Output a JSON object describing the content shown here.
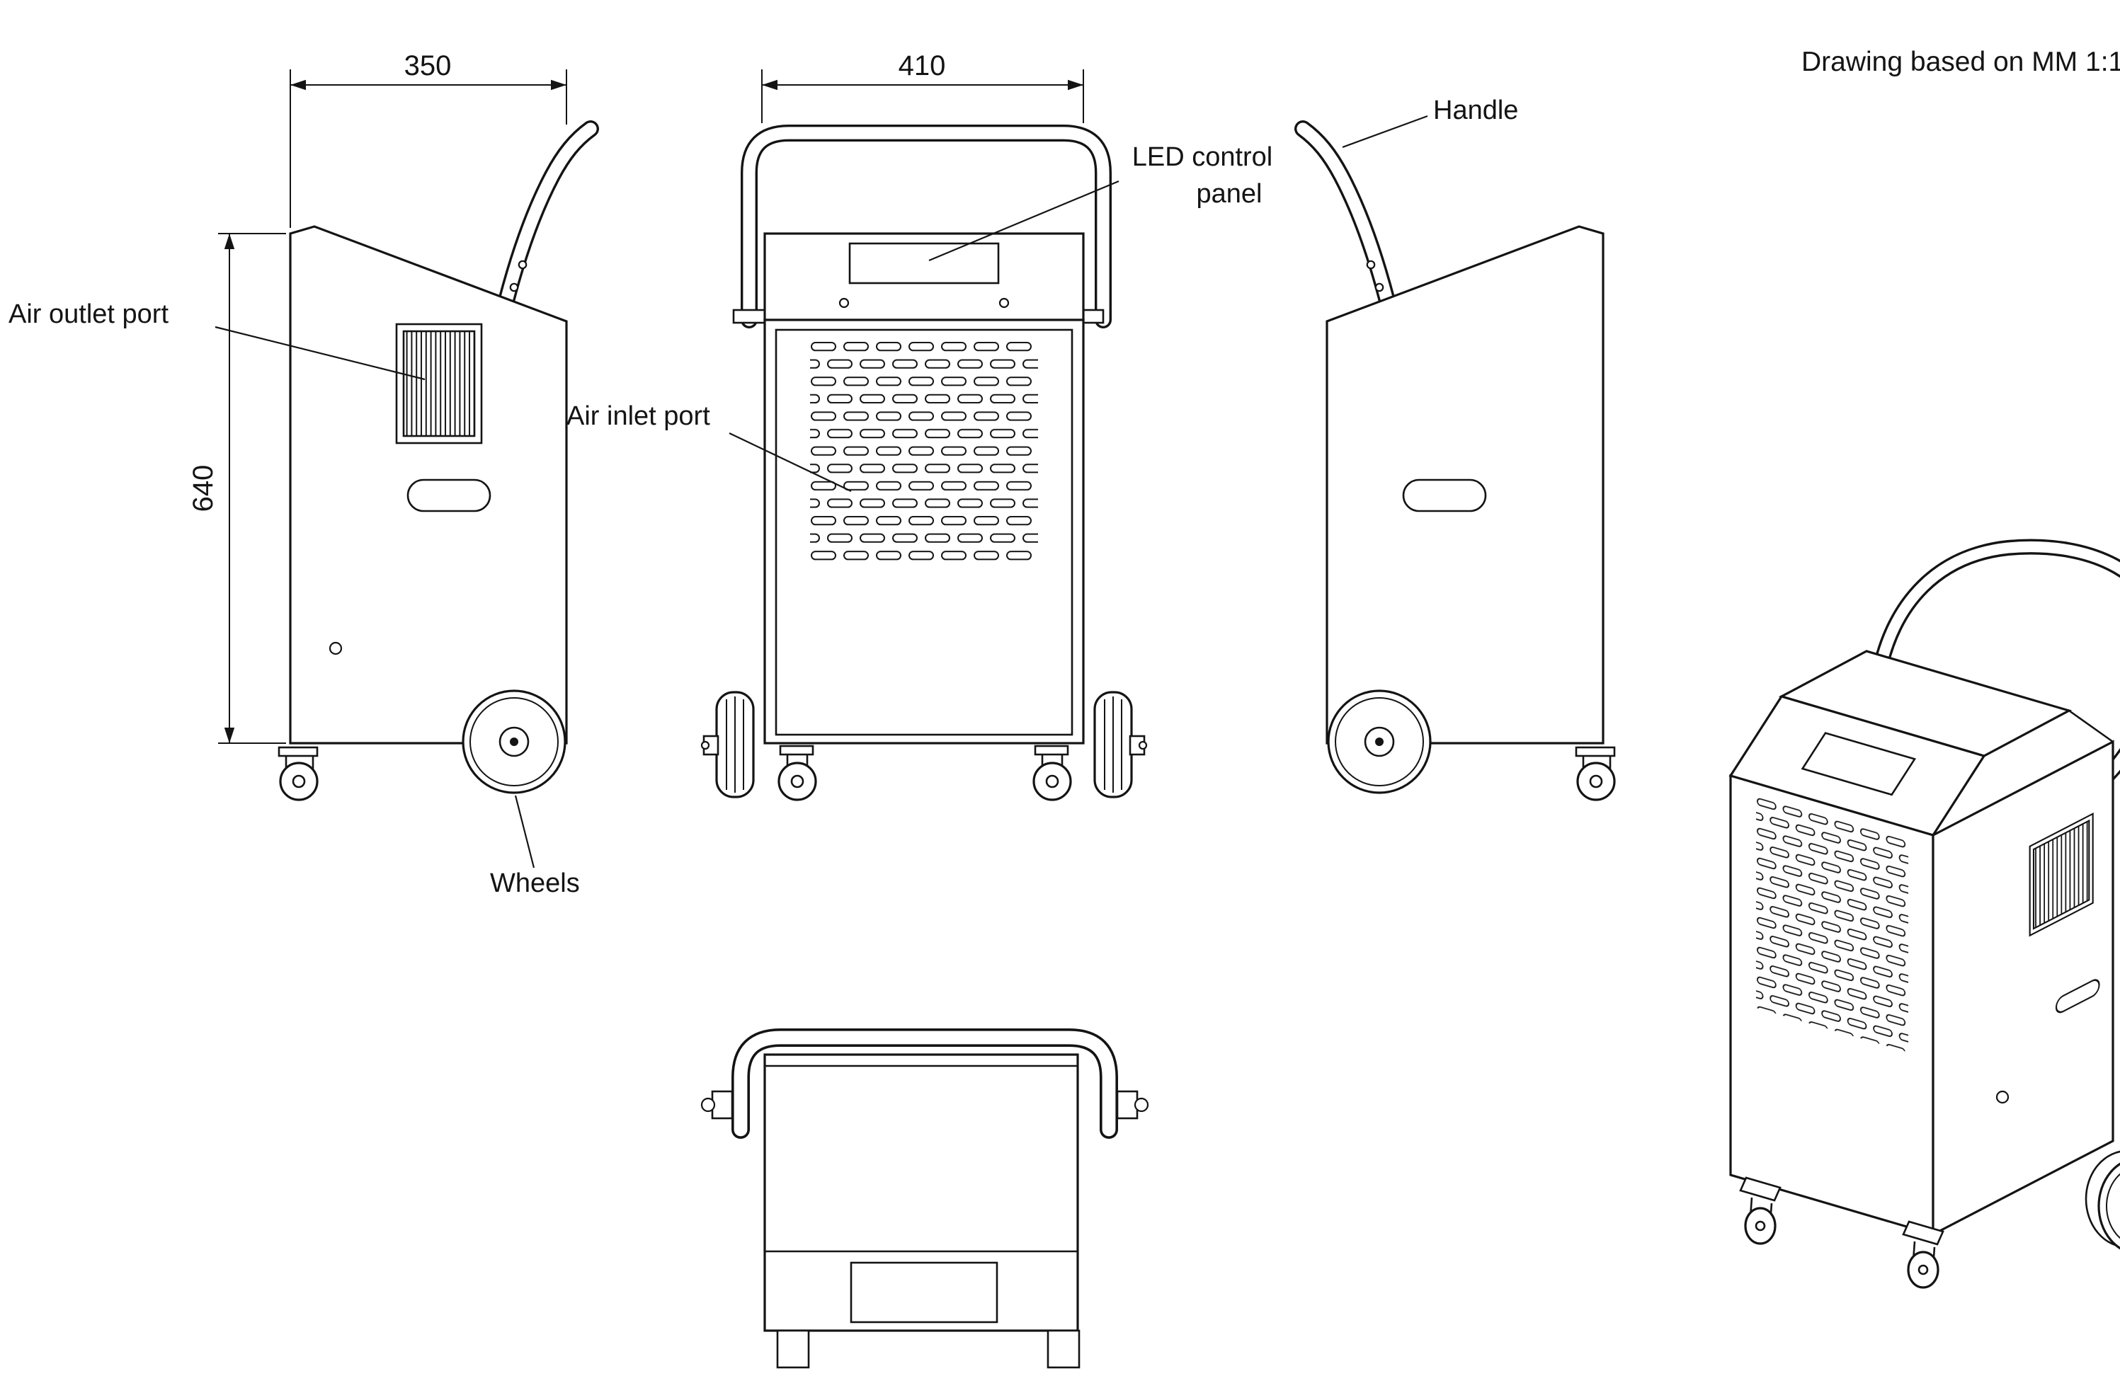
{
  "title_note": "Drawing based on MM 1:1",
  "labels": {
    "air_outlet_port": "Air outlet port",
    "air_inlet_port": "Air inlet port",
    "led_control_panel_line1": "LED control",
    "led_control_panel_line2": "panel",
    "handle": "Handle",
    "wheels": "Wheels"
  },
  "dimensions": {
    "depth_mm": "350",
    "width_mm": "410",
    "height_mm": "640"
  }
}
